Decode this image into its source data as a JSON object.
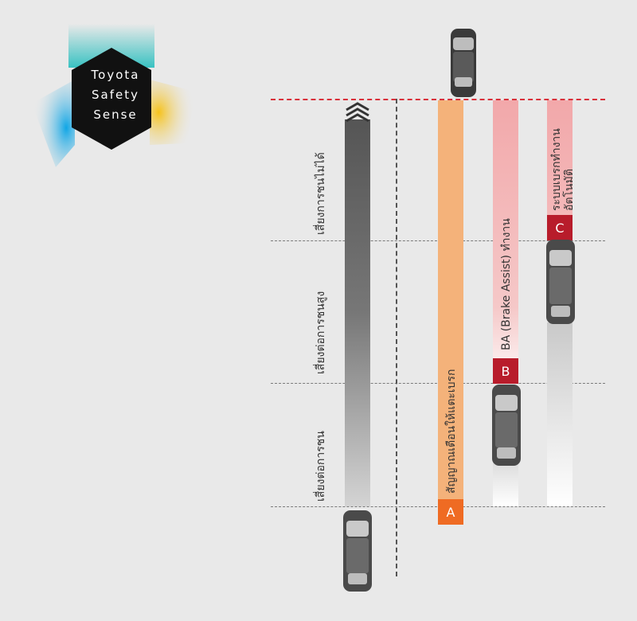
{
  "logo": {
    "line1": "Toyota",
    "line2": "Safety",
    "line3": "Sense"
  },
  "zones": {
    "top": "เสี่ยงการชนไม่ได้",
    "middle": "เสี่ยงต่อการชนสูง",
    "bottom": "เสี่ยงต่อการชน"
  },
  "bars": {
    "a_label": "สัญญาณเตือนให้แตะเบรก",
    "b_label": "BA (Brake Assist) ทำงาน",
    "c_label_line1": "ระบบเบรกทำงาน",
    "c_label_line2": "อัตโนมัติ"
  },
  "badges": {
    "a": "A",
    "b": "B",
    "c": "C"
  },
  "colors": {
    "bar_a": "#f4b27a",
    "badge_a": "#ef6b23",
    "bar_b": "#f2a8aa",
    "badge_b": "#b81c2b",
    "bar_c": "#f2a8aa",
    "badge_c": "#b81c2b",
    "red_line": "#d9303a",
    "gray_line": "#7a7a7a"
  }
}
